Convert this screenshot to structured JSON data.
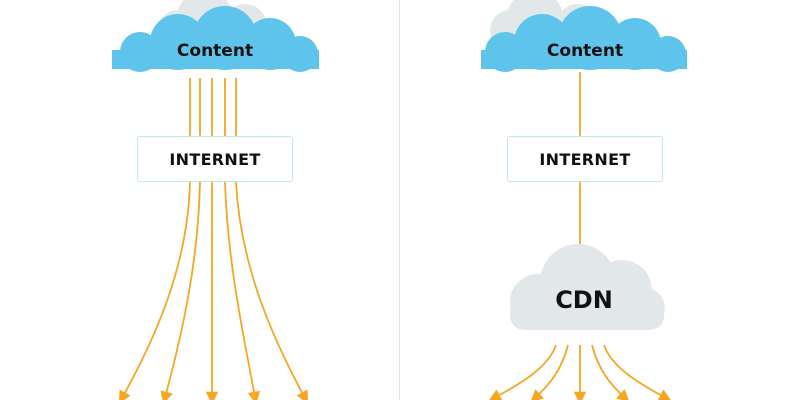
{
  "left_panel": {
    "cloud_label": "Content",
    "box_label": "INTERNET"
  },
  "right_panel": {
    "cloud_label": "Content",
    "box_label": "INTERNET",
    "cdn_label": "CDN"
  },
  "colors": {
    "origin_cloud_blue": "#5ec4ec",
    "origin_cloud_grey": "#e2e7ea",
    "cdn_cloud_grey": "#e2e7ea",
    "arrow_orange": "#f5a623",
    "box_border": "#bfe6f5",
    "divider": "#e3e3e3"
  }
}
